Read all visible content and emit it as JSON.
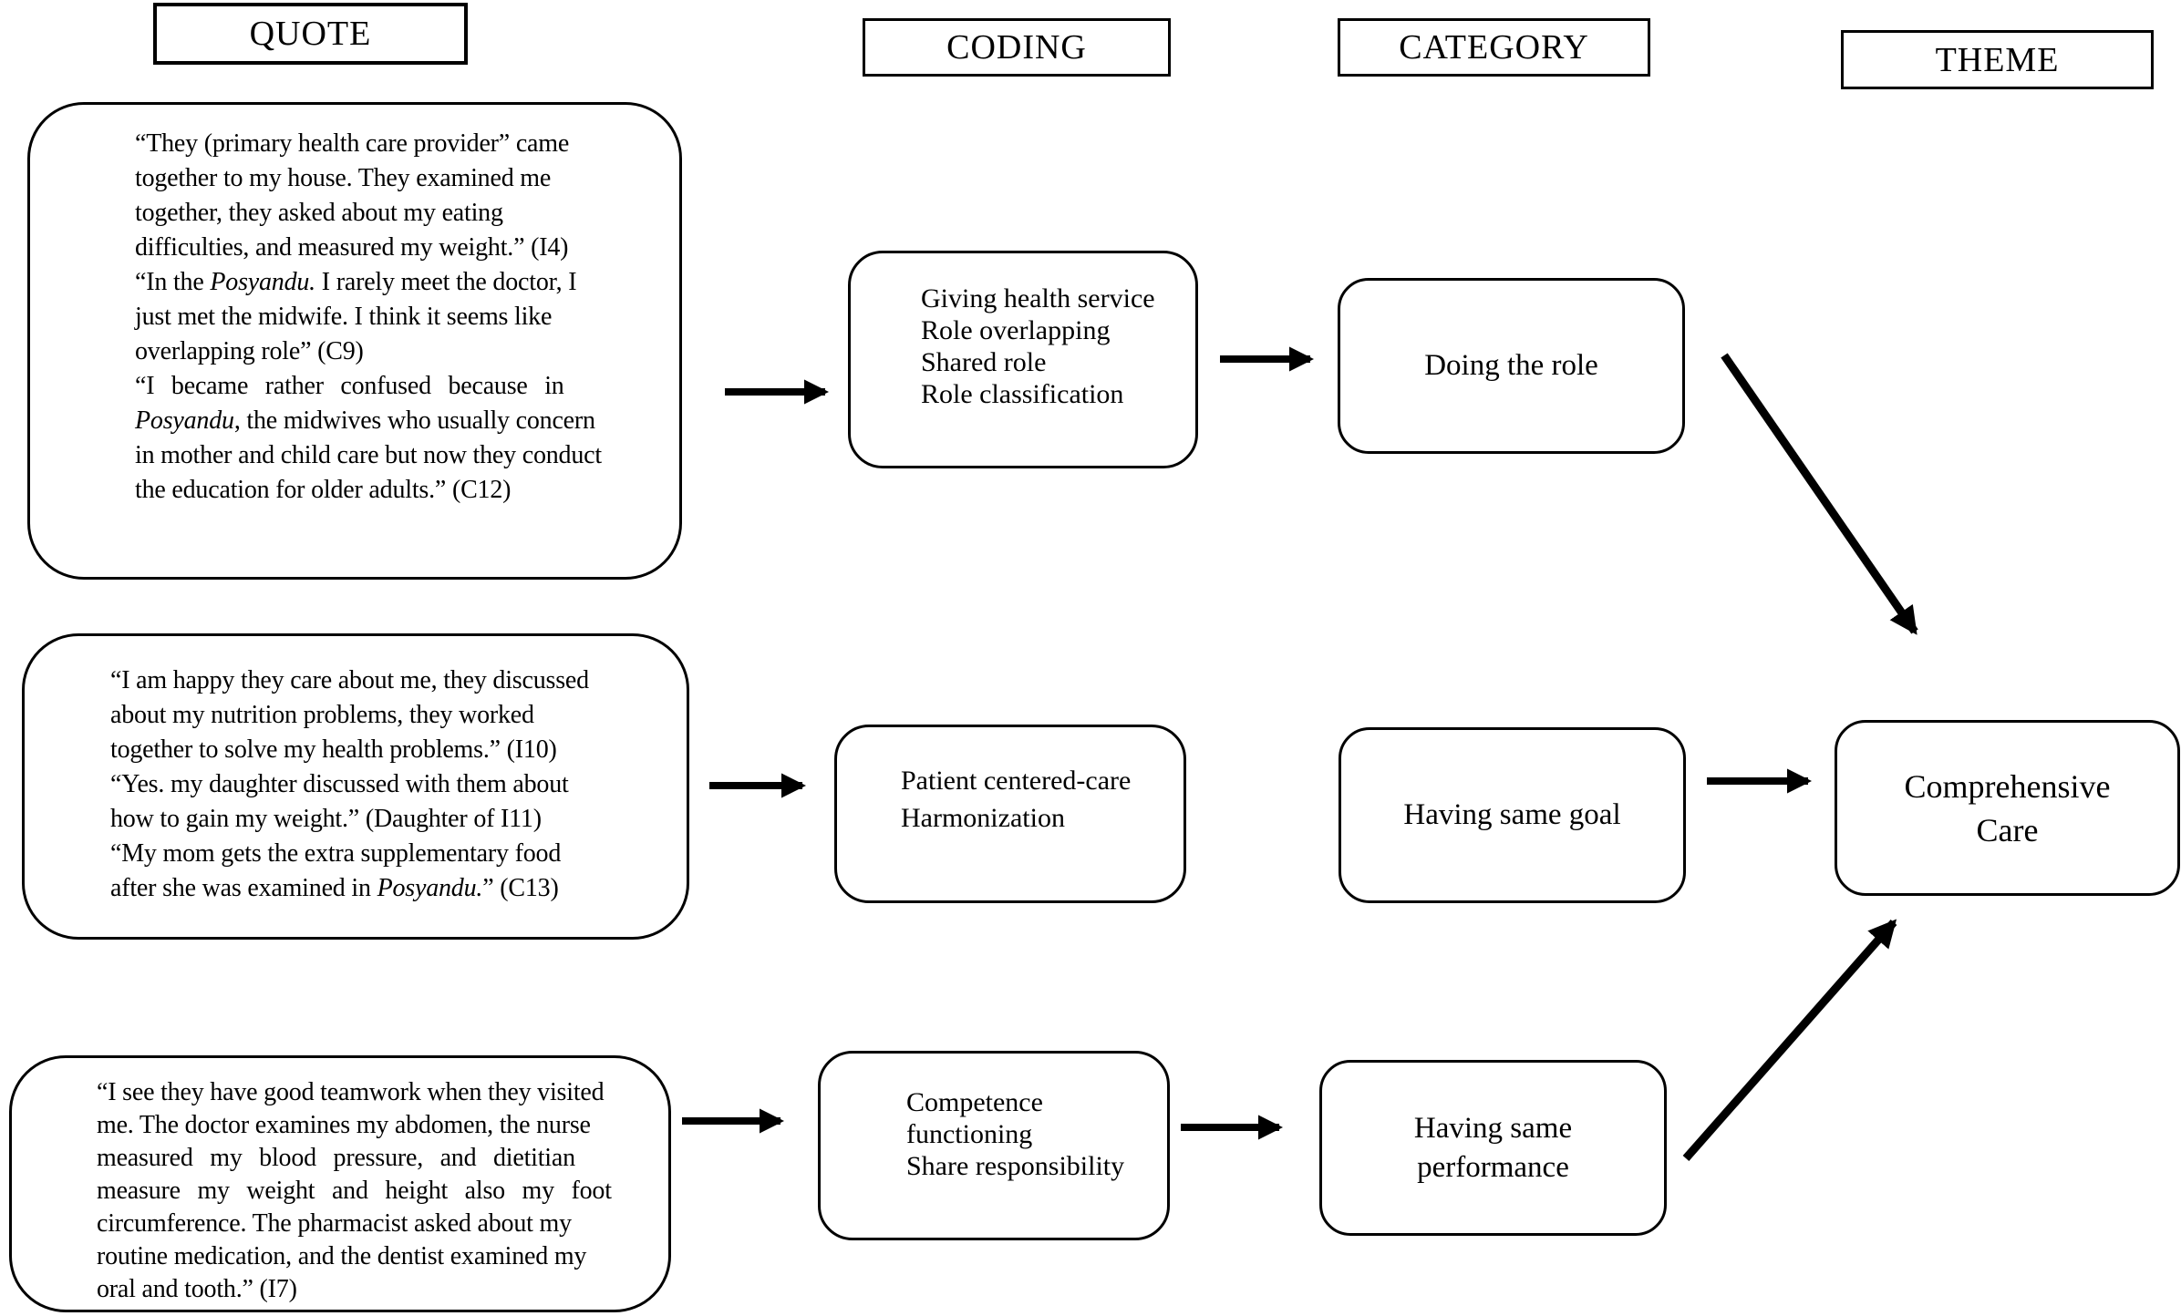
{
  "colors": {
    "ink": "#000000",
    "paper": "#ffffff"
  },
  "headers": {
    "quote": "QUOTE",
    "coding": "CODING",
    "category": "CATEGORY",
    "theme": "THEME"
  },
  "rows": [
    {
      "quote_lines": [
        {
          "parts": [
            "“They (primary health care provider” came"
          ]
        },
        {
          "parts": [
            "together to my house. They examined me"
          ]
        },
        {
          "parts": [
            "together, they asked about my eating"
          ]
        },
        {
          "parts": [
            "difficulties, and measured my weight.” (I4)"
          ]
        },
        {
          "parts": [
            "“In the ",
            {
              "i": "Posyandu."
            },
            " I rarely meet the doctor, I"
          ]
        },
        {
          "parts": [
            "just met the midwife. I think it seems like"
          ]
        },
        {
          "parts": [
            "overlapping role” (C9)"
          ]
        },
        {
          "parts": [
            "“I became rather confused because in"
          ],
          "stretch": true
        },
        {
          "parts": [
            {
              "i": "Posyandu"
            },
            ", the midwives who usually concern"
          ]
        },
        {
          "parts": [
            "in mother and child care but now they conduct"
          ]
        },
        {
          "parts": [
            "the education for older adults.” (C12)"
          ]
        }
      ],
      "coding_lines": [
        "Giving health service",
        "Role overlapping",
        "Shared role",
        "Role classification"
      ],
      "category_lines": [
        "Doing the role"
      ]
    },
    {
      "quote_lines": [
        {
          "parts": [
            "“I am happy they care about me, they discussed"
          ]
        },
        {
          "parts": [
            "about my nutrition problems, they worked"
          ]
        },
        {
          "parts": [
            "together to solve my health problems.” (I10)"
          ]
        },
        {
          "parts": [
            "“Yes. my daughter discussed with them about"
          ]
        },
        {
          "parts": [
            "how to gain my weight.” (Daughter of I11)"
          ]
        },
        {
          "parts": [
            "“My mom gets the extra supplementary food"
          ]
        },
        {
          "parts": [
            "after she was examined in ",
            {
              "i": "Posyandu."
            },
            "” (C13)"
          ]
        }
      ],
      "coding_lines": [
        "Patient centered-care",
        "Harmonization"
      ],
      "category_lines": [
        "Having same goal"
      ]
    },
    {
      "quote_lines": [
        {
          "parts": [
            "“I see they have good teamwork when they visited"
          ]
        },
        {
          "parts": [
            "me. The doctor examines my abdomen, the nurse"
          ]
        },
        {
          "parts": [
            "measured my blood pressure, and dietitian"
          ],
          "stretch": true
        },
        {
          "parts": [
            "measure my weight and height also my foot"
          ],
          "stretch": true
        },
        {
          "parts": [
            "circumference. The pharmacist asked about my"
          ]
        },
        {
          "parts": [
            "routine medication, and the dentist examined my"
          ]
        },
        {
          "parts": [
            "oral and tooth.” (I7)"
          ]
        }
      ],
      "coding_lines": [
        "Competence",
        "functioning",
        "Share responsibility"
      ],
      "category_lines": [
        "Having same",
        "performance"
      ]
    }
  ],
  "theme": {
    "lines": [
      "Comprehensive",
      "Care"
    ]
  }
}
